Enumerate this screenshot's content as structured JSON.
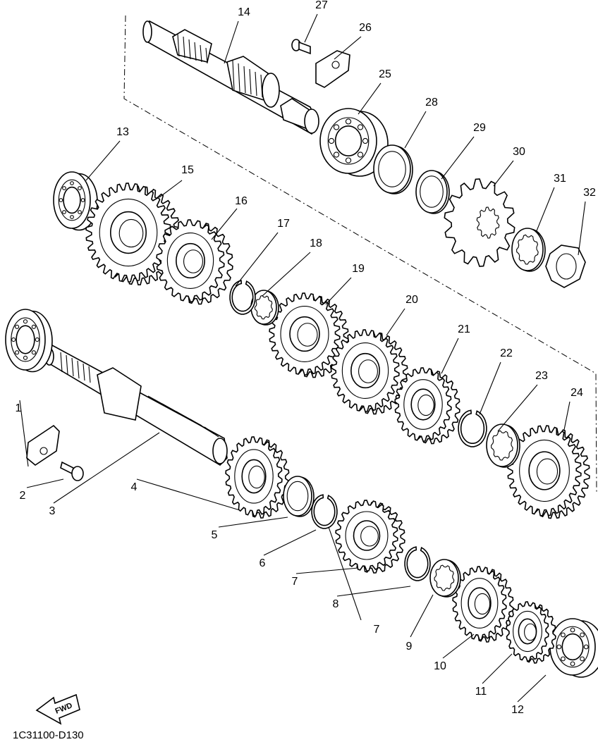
{
  "diagram": {
    "code": "1C31100-D130",
    "fwd_label": "FWD",
    "callouts": [
      "1",
      "2",
      "3",
      "4",
      "5",
      "6",
      "7",
      "7",
      "8",
      "9",
      "10",
      "11",
      "12",
      "13",
      "14",
      "15",
      "16",
      "17",
      "18",
      "19",
      "20",
      "21",
      "22",
      "23",
      "24",
      "25",
      "26",
      "27",
      "28",
      "29",
      "30",
      "31",
      "32"
    ]
  }
}
